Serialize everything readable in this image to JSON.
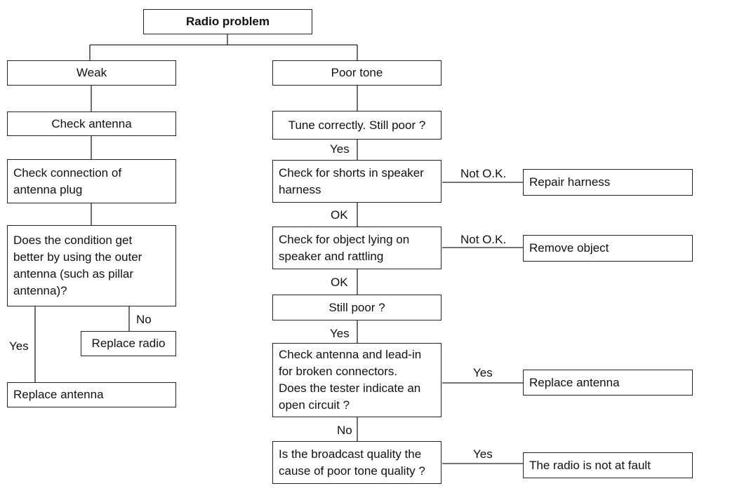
{
  "nodes": {
    "radio_problem": "Radio problem",
    "weak": "Weak",
    "poor_tone": "Poor tone",
    "check_antenna": "Check antenna",
    "check_connection": "Check connection of\nantenna plug",
    "outer_antenna_question": "Does the condition get\nbetter by using the outer\nantenna (such as pillar\nantenna)?",
    "replace_radio": "Replace radio",
    "replace_antenna_left": "Replace antenna",
    "tune_correctly": "Tune correctly. Still poor ?",
    "check_shorts": "Check for shorts in speaker\nharness",
    "repair_harness": "Repair harness",
    "check_object": "Check for object lying on\nspeaker and rattling",
    "remove_object": "Remove object",
    "still_poor": "Still poor ?",
    "check_lead_in": "Check antenna and lead-in\nfor broken connectors.\nDoes the tester indicate an\nopen circuit ?",
    "replace_antenna_right": "Replace antenna",
    "broadcast_quality": "Is the broadcast quality the\ncause of poor tone quality ?",
    "not_at_fault": "The radio is not at fault"
  },
  "edge_labels": {
    "no_replace_radio": "No",
    "yes_replace_antenna_left": "Yes",
    "yes_after_tune": "Yes",
    "not_ok_shorts": "Not O.K.",
    "ok_after_shorts": "OK",
    "not_ok_object": "Not O.K.",
    "ok_after_object": "OK",
    "yes_after_still_poor": "Yes",
    "yes_replace_antenna_right": "Yes",
    "no_after_lead_in": "No",
    "yes_not_at_fault": "Yes"
  }
}
